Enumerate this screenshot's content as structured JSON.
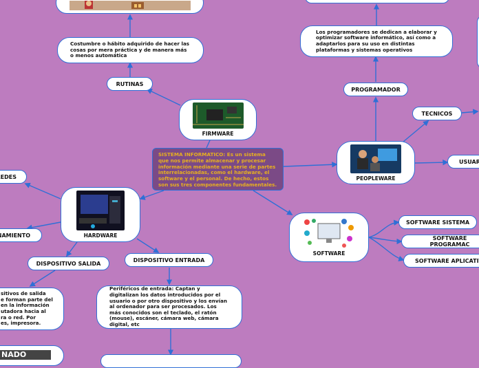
{
  "root": {
    "text": "SISTEMA INFORMATICO: Es un sistema que nos permite almacenar y procesar información mediante una serie de partes interrelacionadas, como el hardware, el software y el personal. De hecho, estos son sus tres componentes fundamentales."
  },
  "nodes": {
    "firmware": "FIRMWARE",
    "rutinas": "RUTINAS",
    "costumbre": "Costumbre o hábito adquirido de hacer las cosas por mera práctica y de manera más o menos automática",
    "peopleware": "PEOPLEWARE",
    "programador": "PROGRAMADOR",
    "programadores_desc": "Los programadores se dedican a elaborar y optimizar software informático, así como a adaptarlos para su uso en distintas plataformas y sistemas operativos",
    "tecnicos": "TECNICOS",
    "usuarios": "USUARI",
    "software": "SOFTWARE",
    "software_sistema": "SOFTWARE SISTEMA",
    "software_programacion": "SOFTWARE PROGRAMAC",
    "software_aplicativo": "SOFTWARE APLICATIV",
    "hardware": "HARDWARE",
    "redes": "REDES",
    "almacenamiento": "ENAMIENTO",
    "dispositivo_salida": "DISPOSITIVO SALIDA",
    "dispositivo_entrada": "DISPOSITIVO ENTRADA",
    "salida_desc": "sitivos de salida\ne forman parte del\nen la información\nutadora hacia al\nra o red. Por\nes, impresora.",
    "entrada_desc": "Periféricos de entrada: Captan y digitalizan los datos introducidos por el usuario o por otro dispositivo y los envían al ordenador para ser procesados. Los más conocidos son el teclado, el ratón (mouse), escáner, cámara web, cámara digital, etc",
    "banner": "NADO"
  },
  "colors": {
    "background": "#bd7cbf",
    "edge": "#2f6fd6",
    "root_fill": "#7b4a86",
    "root_text": "#e8b020"
  }
}
